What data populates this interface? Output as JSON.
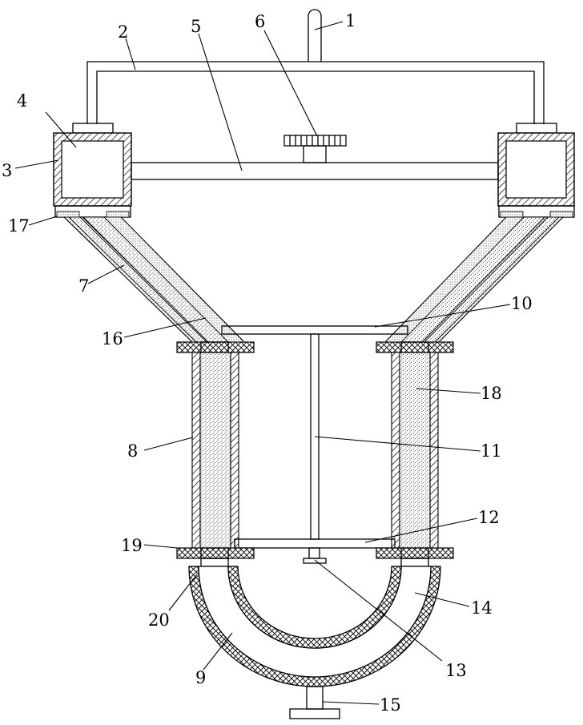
{
  "figure": {
    "labels": [
      "1",
      "2",
      "3",
      "4",
      "5",
      "6",
      "7",
      "8",
      "9",
      "10",
      "11",
      "12",
      "13",
      "14",
      "15",
      "16",
      "17",
      "18",
      "19",
      "20"
    ]
  }
}
